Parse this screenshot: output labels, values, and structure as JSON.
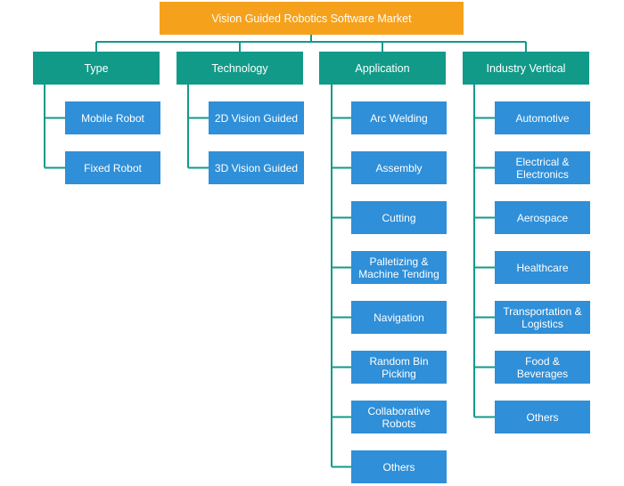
{
  "root": {
    "label": "Vision Guided Robotics Software Market"
  },
  "categories": [
    {
      "label": "Type",
      "items": [
        "Mobile Robot",
        "Fixed Robot"
      ]
    },
    {
      "label": "Technology",
      "items": [
        "2D Vision Guided",
        "3D Vision Guided"
      ]
    },
    {
      "label": "Application",
      "items": [
        "Arc Welding",
        "Assembly",
        "Cutting",
        "Palletizing & Machine Tending",
        "Navigation",
        "Random Bin Picking",
        "Collaborative Robots",
        "Others"
      ]
    },
    {
      "label": "Industry Vertical",
      "items": [
        "Automotive",
        "Electrical & Electronics",
        "Aerospace",
        "Healthcare",
        "Transportation & Logistics",
        "Food & Beverages",
        "Others"
      ]
    }
  ],
  "colors": {
    "root": "#f6a11c",
    "category": "#129a89",
    "item": "#2f8fd8",
    "connector": "#129a89"
  }
}
